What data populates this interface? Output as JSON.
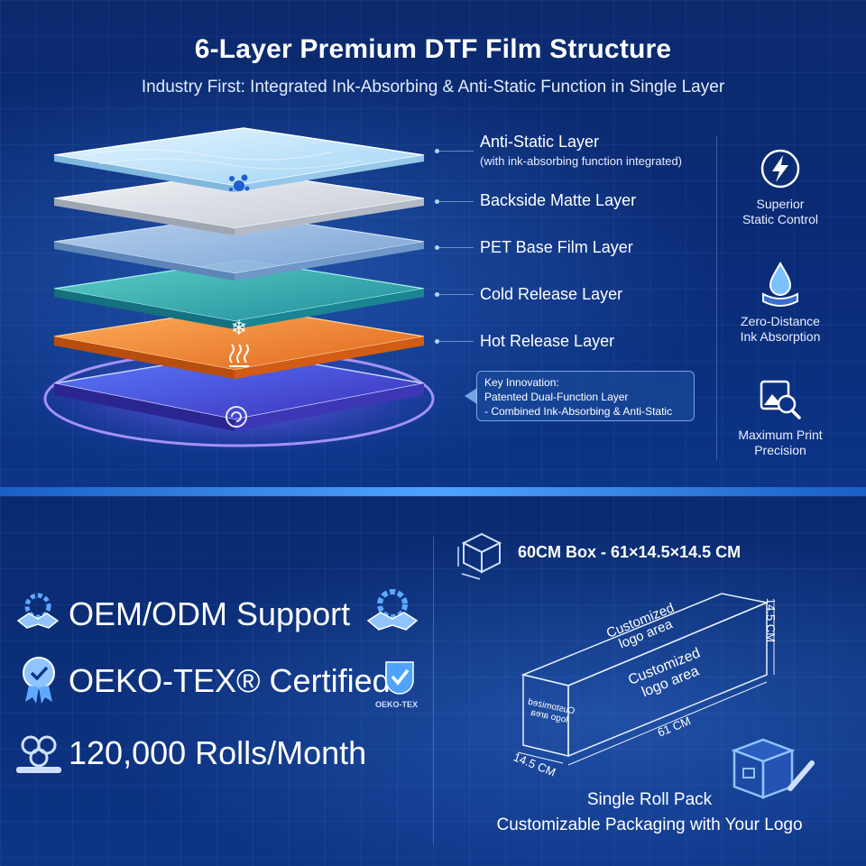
{
  "header": {
    "title": "6-Layer Premium DTF Film Structure",
    "subtitle": "Industry First: Integrated Ink-Absorbing & Anti-Static Function in Single Layer"
  },
  "layers": [
    {
      "label": "Anti-Static Layer",
      "sublabel": "(with ink-absorbing function integrated)",
      "color": "#bfe4ff"
    },
    {
      "label": "Backside Matte Layer",
      "color": "#d9dde4"
    },
    {
      "label": "PET Base Film Layer",
      "color": "#9bc3ea"
    },
    {
      "label": "Cold Release Layer",
      "color": "#3bb9b6"
    },
    {
      "label": "Hot Release Layer",
      "color": "#f08a2c"
    }
  ],
  "callout": {
    "line1": "Key Innovation:",
    "line2": "Patented Dual-Function Layer",
    "line3": "- Combined Ink-Absorbing & Anti-Static"
  },
  "features": [
    {
      "icon": "lightning-icon",
      "line1": "Superior",
      "line2": "Static Control"
    },
    {
      "icon": "water-drop-icon",
      "line1": "Zero-Distance",
      "line2": "Ink Absorption"
    },
    {
      "icon": "magnifier-image-icon",
      "line1": "Maximum Print",
      "line2": "Precision"
    }
  ],
  "bottom": {
    "oem": "OEM/ODM Support",
    "oeko": "OEKO-TEX® Certified",
    "oeko_badge": "OEKO-TEX",
    "rolls": "120,000 Rolls/Month",
    "box_title": "60CM Box - 61×14.5×14.5 CM",
    "logo_area_1": "Customized logo area",
    "logo_area_2": "Customized logo area",
    "logo_area_end": "Customized logo area",
    "dim_height": "14.5 CM",
    "dim_length": "61 CM",
    "dim_width": "14.5 CM",
    "pack_line1": "Single Roll Pack",
    "pack_line2": "Customizable Packaging with Your Logo"
  },
  "colors": {
    "background": "#0a2a74",
    "accent": "#4fa3ff",
    "glow": "#7b5cff"
  }
}
